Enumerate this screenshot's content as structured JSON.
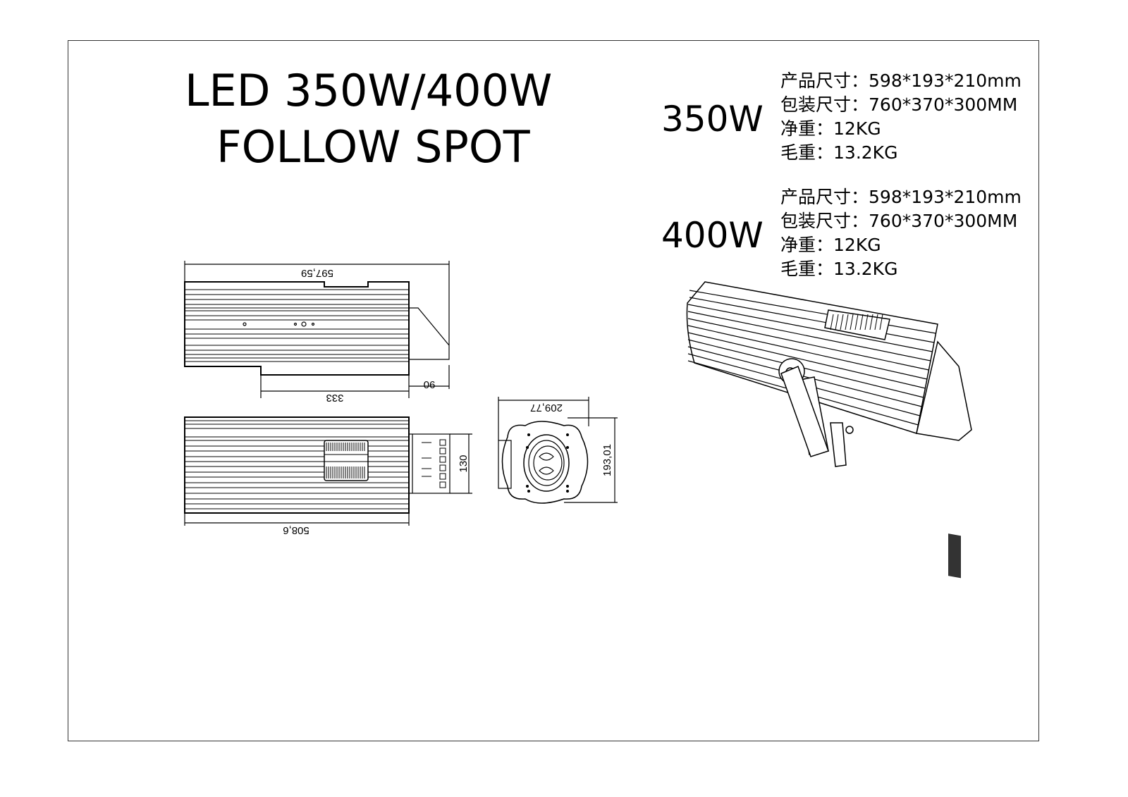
{
  "title": {
    "line1": "LED 350W/400W",
    "line2": "FOLLOW SPOT"
  },
  "models": [
    {
      "name": "350W",
      "specs": [
        {
          "label": "产品尺寸：",
          "value": "598*193*210mm"
        },
        {
          "label": "包装尺寸：",
          "value": "760*370*300MM"
        },
        {
          "label": "净重：",
          "value": "12KG"
        },
        {
          "label": "毛重：",
          "value": "13.2KG"
        }
      ]
    },
    {
      "name": "400W",
      "specs": [
        {
          "label": "产品尺寸：",
          "value": "598*193*210mm"
        },
        {
          "label": "包装尺寸：",
          "value": "760*370*300MM"
        },
        {
          "label": "净重：",
          "value": "12KG"
        },
        {
          "label": "毛重：",
          "value": "13.2KG"
        }
      ]
    }
  ],
  "dimensions": {
    "top_length": "597,59",
    "top_lower": "333",
    "top_tail": "90",
    "bottom_length": "508,6",
    "panel_height": "130",
    "front_width": "209,77",
    "front_height": "193,01"
  }
}
